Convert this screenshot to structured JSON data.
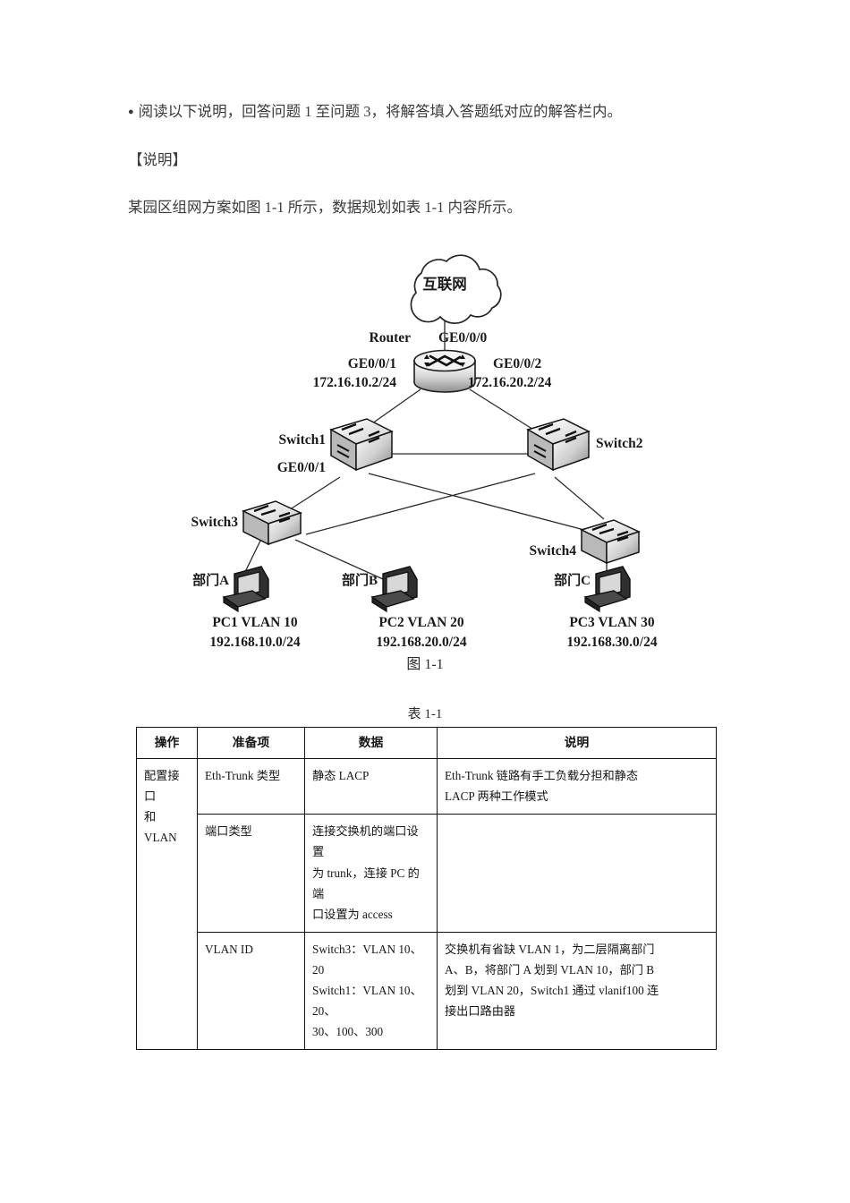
{
  "document": {
    "intro_bullet": "阅读以下说明，回答问题 1 至问题 3，将解答填入答题纸对应的解答栏内。",
    "section_label": "【说明】",
    "body_text": "某园区组网方案如图 1-1 所示，数据规划如表 1-1 内容所示。"
  },
  "figure": {
    "caption": "图 1-1",
    "cloud_label": "互联网",
    "router": {
      "name": "Router",
      "port_up": "GE0/0/0",
      "port_left": "GE0/0/1",
      "ip_left": "172.16.10.2/24",
      "port_right": "GE0/0/2",
      "ip_right": "172.16.20.2/24"
    },
    "switches": [
      {
        "name": "Switch1",
        "port": "GE0/0/1"
      },
      {
        "name": "Switch2",
        "port": ""
      },
      {
        "name": "Switch3",
        "port": ""
      },
      {
        "name": "Switch4",
        "port": ""
      }
    ],
    "hosts": [
      {
        "dept": "部门A",
        "line1": "PC1  VLAN 10",
        "line2": "192.168.10.0/24"
      },
      {
        "dept": "部门B",
        "line1": "PC2  VLAN 20",
        "line2": "192.168.20.0/24"
      },
      {
        "dept": "部门C",
        "line1": "PC3  VLAN 30",
        "line2": "192.168.30.0/24"
      }
    ]
  },
  "table": {
    "caption": "表 1-1",
    "headers": [
      "操作",
      "准备项",
      "数据",
      "说明"
    ],
    "operation_label_lines": [
      "配置接口",
      "和 VLAN"
    ],
    "rows": [
      {
        "prep": "Eth-Trunk 类型",
        "data_lines": [
          "静态 LACP"
        ],
        "desc_lines": [
          "Eth-Trunk 链路有手工负载分担和静态",
          "LACP 两种工作模式"
        ]
      },
      {
        "prep": "端口类型",
        "data_lines": [
          "连接交换机的端口设置",
          "为 trunk，连接 PC 的端",
          "口设置为 access"
        ],
        "desc_lines": []
      },
      {
        "prep": "VLAN ID",
        "data_lines": [
          "Switch3：VLAN 10、20",
          "Switch1：VLAN 10、20、",
          "30、100、300"
        ],
        "desc_lines": [
          "交换机有省缺 VLAN 1，为二层隔离部门",
          "A、B，将部门 A 划到 VLAN 10，部门 B",
          "划到 VLAN 20，Switch1 通过 vlanif100 连",
          "接出口路由器"
        ]
      }
    ]
  }
}
